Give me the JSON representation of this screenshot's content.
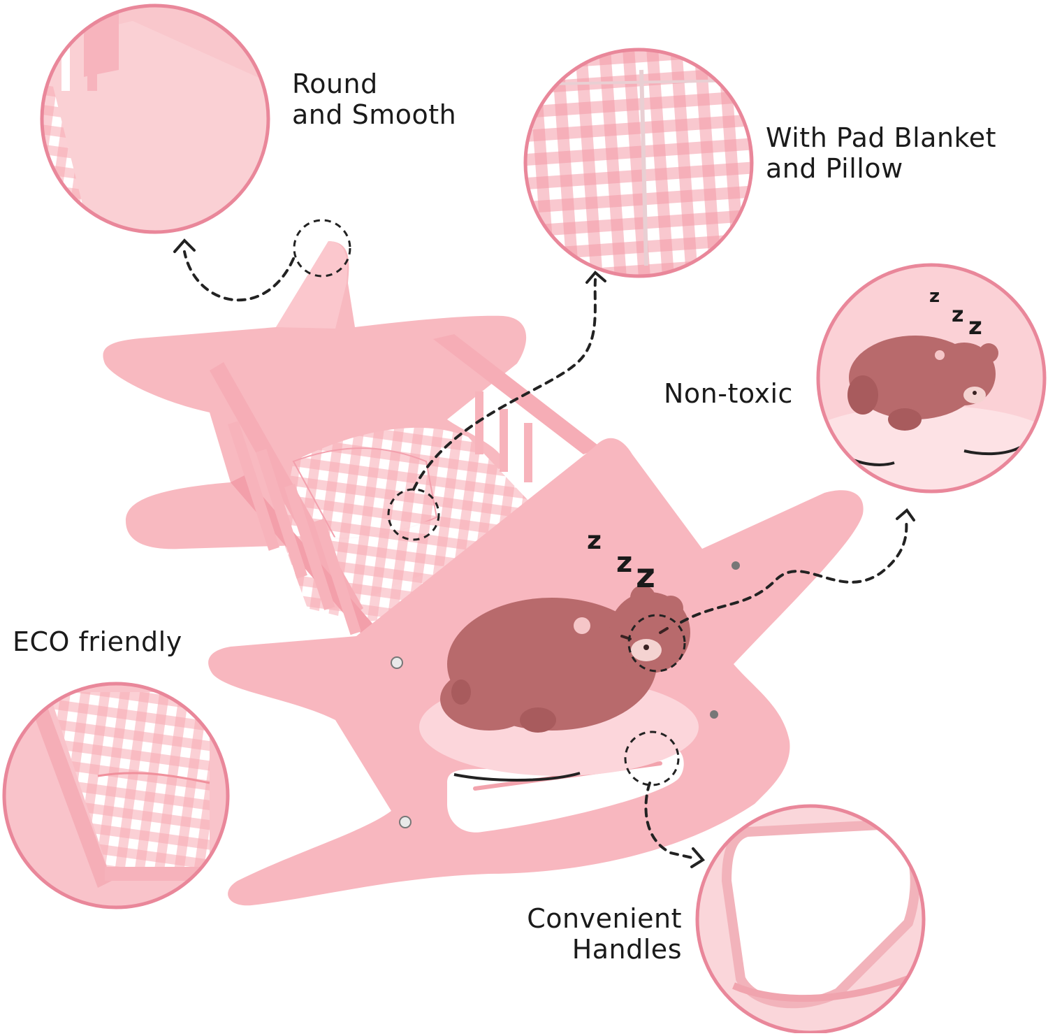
{
  "callouts": {
    "round_smooth": "Round\nand Smooth",
    "pad_blanket": "With Pad Blanket\nand Pillow",
    "non_toxic": "Non-toxic",
    "eco_friendly": "ECO friendly",
    "handles": "Convenient\nHandles"
  },
  "decor": {
    "bear_snore_letter": "z"
  },
  "colors": {
    "cradle_pink": "#f6b7bf",
    "cradle_shade": "#eea6b0",
    "cradle_light": "#fbd3d8",
    "ring_border": "#e9879a",
    "bear_brown": "#b96a6c",
    "bear_dark": "#9b5354",
    "gingham_line": "#f19aa6"
  }
}
